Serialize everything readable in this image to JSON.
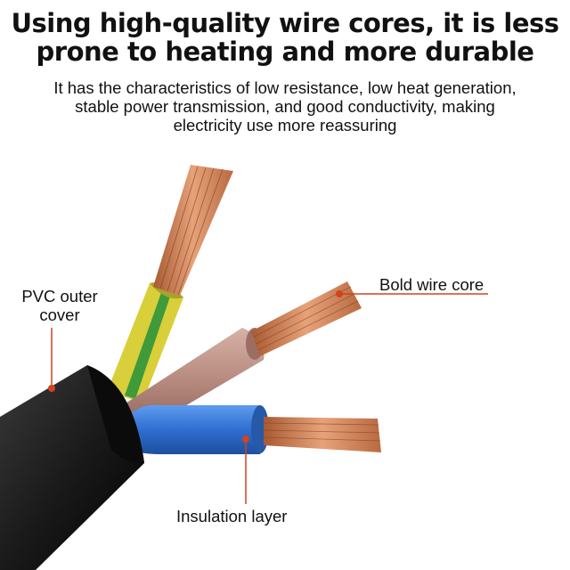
{
  "header": {
    "title_line1": "Using high-quality wire cores, it is less",
    "title_line2": "prone to heating and more durable",
    "subtitle_line1": "It has the characteristics of low resistance, low heat generation,",
    "subtitle_line2": "stable power transmission, and good conductivity, making",
    "subtitle_line3": "electricity use more reassuring"
  },
  "callouts": {
    "pvc_line1": "PVC outer",
    "pvc_line2": "cover",
    "core": "Bold wire core",
    "insulation": "Insulation layer"
  },
  "colors": {
    "jacket": "#1a1a1a",
    "earth_yellow": "#d8cf3a",
    "earth_green": "#3f9a3a",
    "brown": "#b78b80",
    "blue": "#2f6fd0",
    "copper": "#c77a4e",
    "leader": "#d2431f"
  }
}
